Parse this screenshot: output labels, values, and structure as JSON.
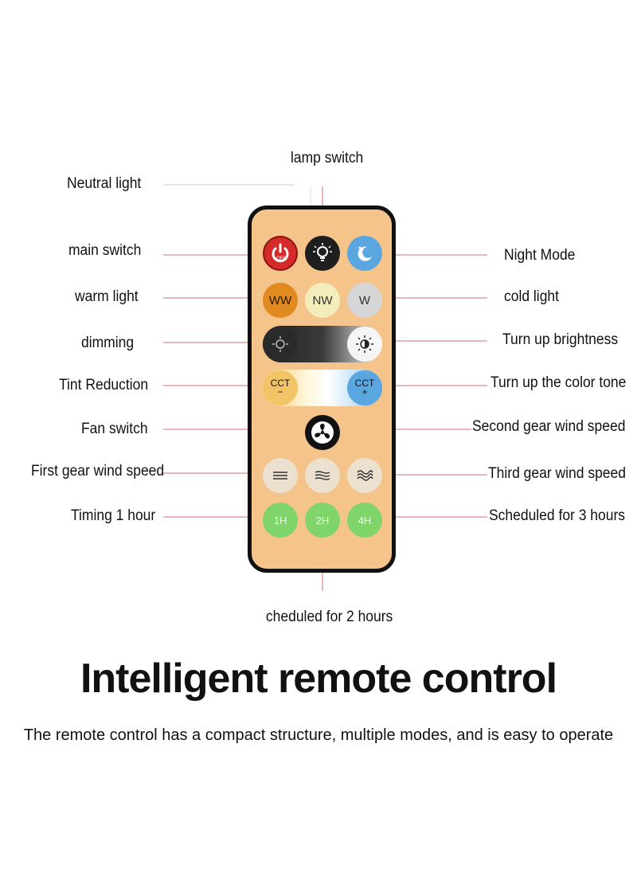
{
  "labels": {
    "lamp_switch": "lamp switch",
    "neutral_light": "Neutral light",
    "main_switch": "main switch",
    "night_mode": "Night Mode",
    "warm_light": "warm light",
    "cold_light": "cold light",
    "dimming": "dimming",
    "turn_up_brightness": "Turn up brightness",
    "tint_reduction": "Tint Reduction",
    "turn_up_color_tone": "Turn up the color tone",
    "fan_switch": "Fan switch",
    "second_gear": "Second gear wind speed",
    "first_gear": "First gear wind speed",
    "third_gear": "Third gear wind speed",
    "timing_1h": "Timing 1 hour",
    "scheduled_3h": "Scheduled for 3 hours",
    "scheduled_2h": "cheduled for 2 hours"
  },
  "remote": {
    "off_text": "OFF",
    "ww": "WW",
    "nw": "NW",
    "w": "W",
    "cct_minus": "CCT",
    "cct_minus_sign": "−",
    "cct_plus": "CCT",
    "cct_plus_sign": "+",
    "timer_1h": "1H",
    "timer_2h": "2H",
    "timer_4h": "4H"
  },
  "icons": [
    "power-icon",
    "bulb-icon",
    "moon-icon",
    "brightness-down-icon",
    "brightness-up-icon",
    "fan-icon",
    "wind-speed-1-icon",
    "wind-speed-2-icon",
    "wind-speed-3-icon"
  ],
  "colors": {
    "remote_body": "#f4c48a",
    "power_red": "#d42a2a",
    "ww_orange": "#e08a20",
    "nw_cream": "#f3edbc",
    "w_grey": "#d6d6d6",
    "night_blue": "#5aa6e0",
    "timer_green": "#7fd56a",
    "leader_line": "#c85050"
  },
  "title": "Intelligent remote control",
  "subtitle": "The remote control has a compact structure, multiple modes, and is easy to operate"
}
